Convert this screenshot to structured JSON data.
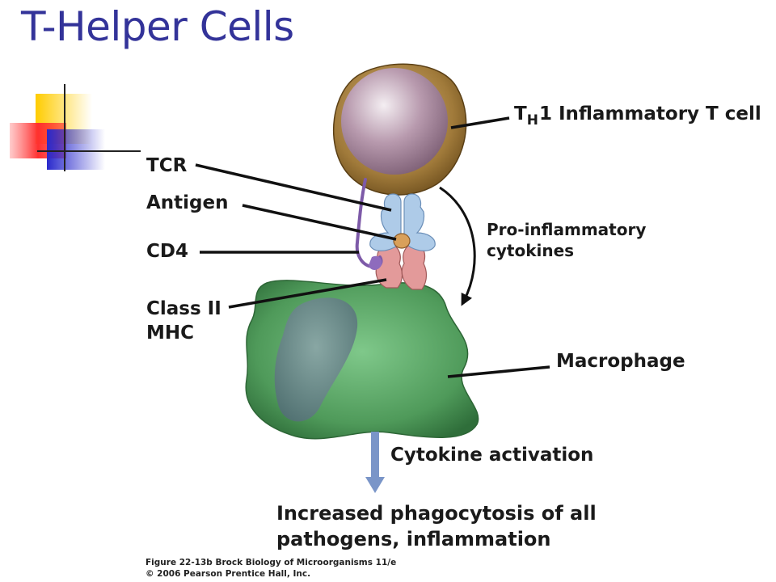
{
  "slide": {
    "title": "T-Helper Cells"
  },
  "labels": {
    "th1_prefix": "T",
    "th1_sub": "H",
    "th1_rest": "1 Inflammatory T cell",
    "tcr": "TCR",
    "antigen": "Antigen",
    "cd4": "CD4",
    "class_ii_line1": "Class II",
    "class_ii_line2": "MHC",
    "pro_inflammatory_line1": "Pro-inflammatory",
    "pro_inflammatory_line2": "cytokines",
    "macrophage": "Macrophage",
    "cytokine_activation": "Cytokine activation",
    "result_line1": "Increased phagocytosis of all",
    "result_line2": "pathogens, inflammation"
  },
  "credit": {
    "line1": "Figure 22-13b  Brock Biology of Microorganisms 11/e",
    "line2": "© 2006 Pearson Prentice Hall, Inc."
  },
  "colors": {
    "title": "#333399",
    "t_cell": "#a07a3a",
    "macrophage": "#4f9a5a",
    "tcr_receptor": "#aecbe8",
    "mhc": "#e39a9a",
    "antigen": "#d9a05a",
    "cd4": "#7d5aa8",
    "arrow": "#7a95c8"
  }
}
